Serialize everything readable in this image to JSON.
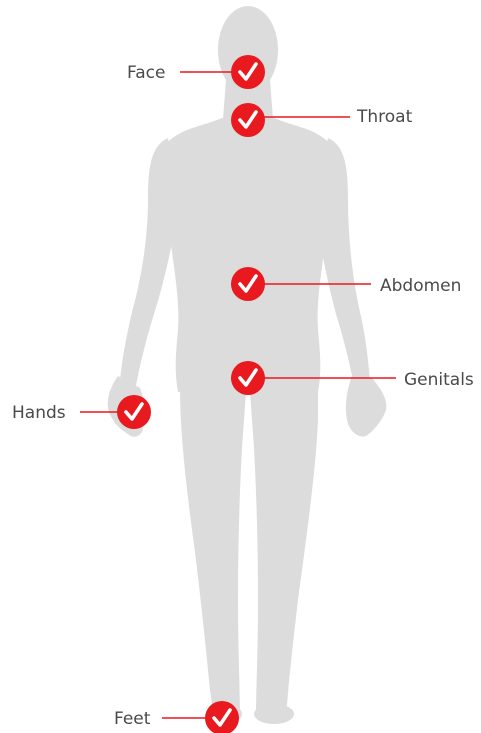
{
  "colors": {
    "accent": "#e8191f",
    "figure": "#dcdcdc",
    "label_text": "#4a4a4a"
  },
  "markers": [
    {
      "id": "face",
      "label": "Face",
      "icon": "checkmark-icon"
    },
    {
      "id": "throat",
      "label": "Throat",
      "icon": "checkmark-icon"
    },
    {
      "id": "abdomen",
      "label": "Abdomen",
      "icon": "checkmark-icon"
    },
    {
      "id": "genitals",
      "label": "Genitals",
      "icon": "checkmark-icon"
    },
    {
      "id": "hands",
      "label": "Hands",
      "icon": "checkmark-icon"
    },
    {
      "id": "feet",
      "label": "Feet",
      "icon": "checkmark-icon"
    }
  ]
}
